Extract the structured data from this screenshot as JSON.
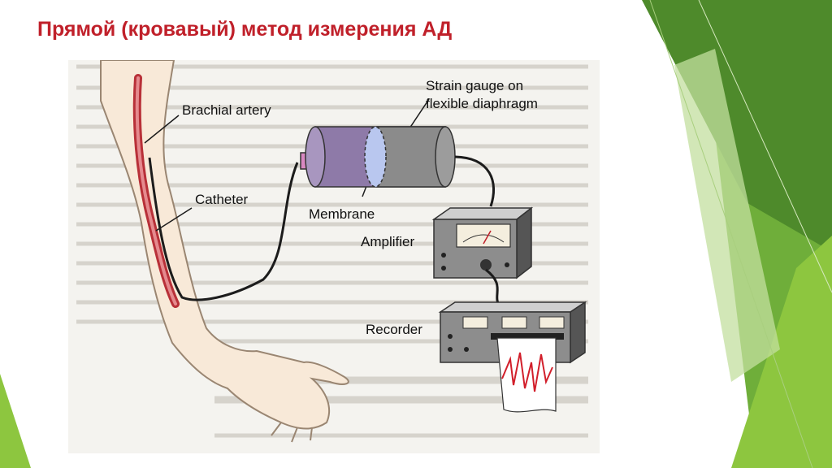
{
  "slide": {
    "title": "Прямой (кровавый) метод измерения АД"
  },
  "figure": {
    "labels": {
      "brachial_artery": "Brachial artery",
      "catheter": "Catheter",
      "membrane": "Membrane",
      "strain_gauge_line1": "Strain gauge on",
      "strain_gauge_line2": "flexible diaphragm",
      "amplifier": "Amplifier",
      "recorder": "Recorder"
    }
  },
  "colors": {
    "title_red": "#c0202a",
    "accent_green_dark": "#4e8a2b",
    "accent_green_light": "#8dc63f",
    "transducer_purple": "#8e7aa8",
    "membrane_blue": "#b9c7ef",
    "skin": "#f7e6d3",
    "artery": "#c9424a"
  }
}
